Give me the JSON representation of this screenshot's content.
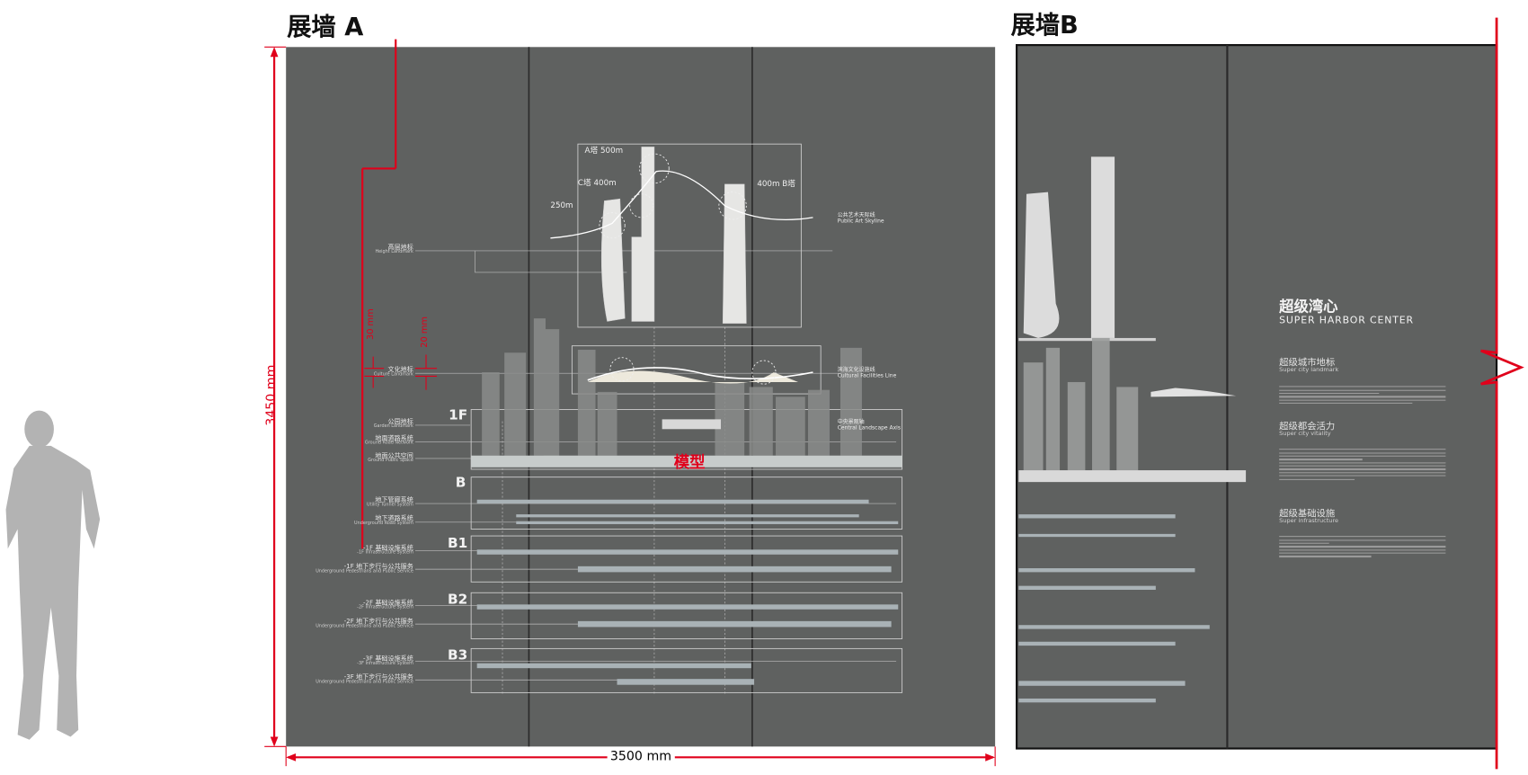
{
  "wall_a": {
    "title": "展墙 A",
    "height_dim": "3450 mm",
    "width_dim": "3500 mm",
    "dim_30": "30 mm",
    "dim_20": "20 mm",
    "model_label": "模型",
    "levels": [
      "1F",
      "B",
      "B1",
      "B2",
      "B3"
    ],
    "layers": [
      {
        "cn": "高层地标",
        "en": "Height Landmark"
      },
      {
        "cn": "文化地标",
        "en": "Culture Landmark"
      },
      {
        "cn": "公园地标",
        "en": "Garden Landmark"
      },
      {
        "cn": "地面道路系统",
        "en": "Ground Road Network"
      },
      {
        "cn": "地面公共空间",
        "en": "Ground Public Space"
      },
      {
        "cn": "地下管廊系统",
        "en": "Utility Tunnel System"
      },
      {
        "cn": "地下道路系统",
        "en": "Underground Road System"
      },
      {
        "cn": "-1F 基础设施系统",
        "en": "-1F Infrastructure System"
      },
      {
        "cn": "-1F 地下步行与公共服务",
        "en": "Underground Pedestrians and Public Service"
      },
      {
        "cn": "-2F 基础设施系统",
        "en": "-2F Infrastructure System"
      },
      {
        "cn": "-2F 地下步行与公共服务",
        "en": "Underground Pedestrians and Public Service"
      },
      {
        "cn": "-3F 基础设施系统",
        "en": "-3F Infrastructure System"
      },
      {
        "cn": "-3F 地下步行与公共服务",
        "en": "Underground Pedestrians and Public Service"
      }
    ],
    "towers": {
      "a": "A塔 500m",
      "c": "C塔 400m",
      "low": "250m",
      "b": "400m B塔"
    },
    "lines": {
      "skyline_cn": "公共艺术天际线",
      "skyline_en": "Public Art Skyline",
      "culture_cn": "滨海文化设施线",
      "culture_en": "Cultural Facilities Line",
      "axis_cn": "中央景观轴",
      "axis_en": "Central Landscape Axis"
    }
  },
  "wall_b": {
    "title": "展墙B",
    "heading_cn": "超级湾心",
    "heading_en": "SUPER HARBOR CENTER",
    "sections": [
      {
        "cn": "超级城市地标",
        "en": "Super city landmark"
      },
      {
        "cn": "超级都会活力",
        "en": "Super city vitality"
      },
      {
        "cn": "超级基础设施",
        "en": "Super infrastructure"
      }
    ]
  },
  "colors": {
    "wall": "#5f6160",
    "dimension": "#e0001b",
    "figure": "#b3b3b3"
  }
}
